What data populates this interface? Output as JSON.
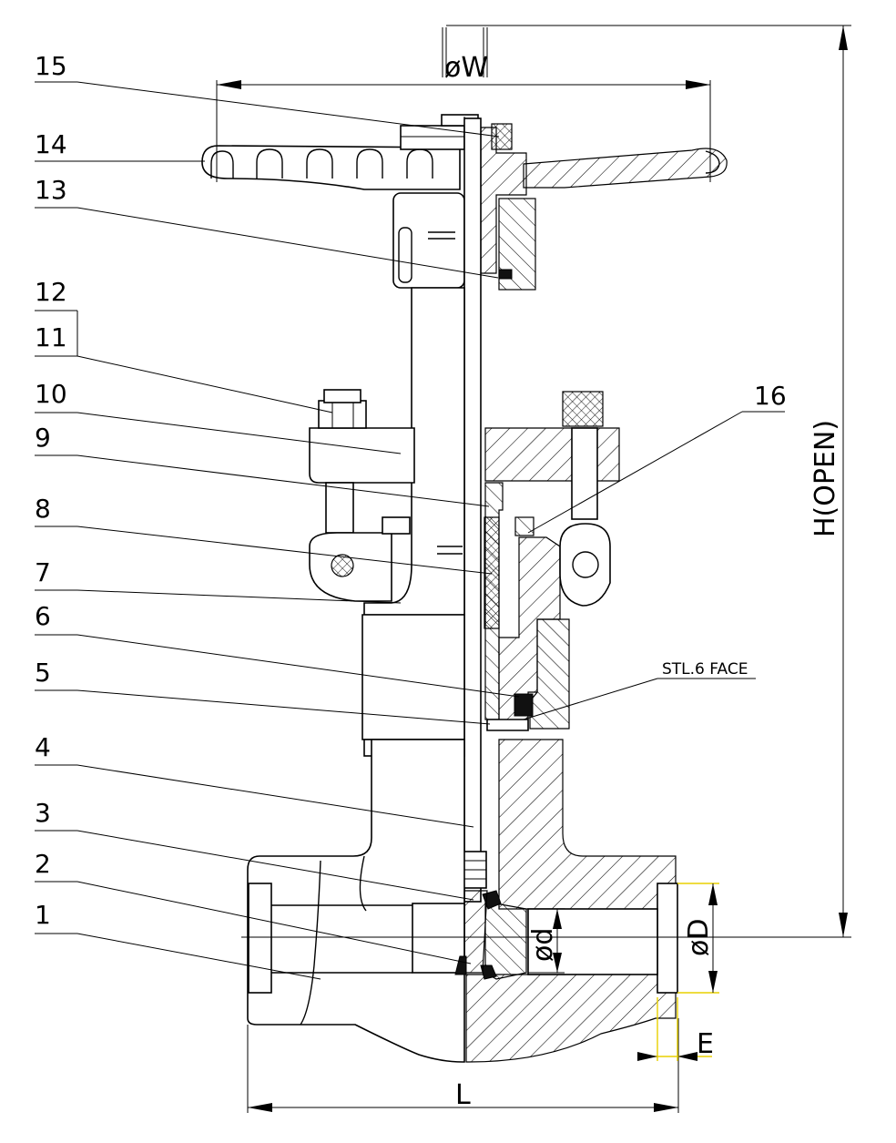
{
  "title": "",
  "callouts": [
    {
      "id": "15",
      "label": "15"
    },
    {
      "id": "14",
      "label": "14"
    },
    {
      "id": "13",
      "label": "13"
    },
    {
      "id": "12",
      "label": "12"
    },
    {
      "id": "11",
      "label": "11"
    },
    {
      "id": "10",
      "label": "10"
    },
    {
      "id": "9",
      "label": "9"
    },
    {
      "id": "8",
      "label": "8"
    },
    {
      "id": "7",
      "label": "7"
    },
    {
      "id": "6",
      "label": "6"
    },
    {
      "id": "5",
      "label": "5"
    },
    {
      "id": "4",
      "label": "4"
    },
    {
      "id": "3",
      "label": "3"
    },
    {
      "id": "2",
      "label": "2"
    },
    {
      "id": "1",
      "label": "1"
    },
    {
      "id": "16",
      "label": "16"
    }
  ],
  "annotation": "STL.6 FACE",
  "dimensions": {
    "handwheel_diameter": "øW",
    "height_open": "H(OPEN)",
    "length": "L",
    "bore_diameter": "ød",
    "socket_diameter": "øD",
    "socket_depth": "E"
  },
  "colors": {
    "line": "#000000",
    "dimension_accent": "#e8d000",
    "background": "#ffffff"
  }
}
